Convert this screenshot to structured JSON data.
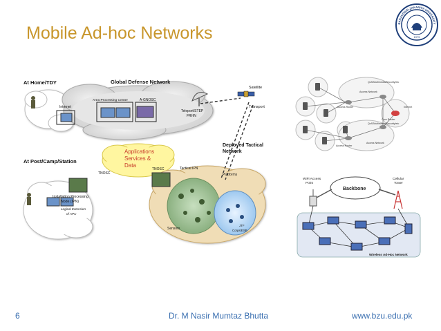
{
  "slide": {
    "title": "Mobile Ad-hoc Networks",
    "page_number": "6",
    "author": "Dr. M Nasir Mumtaz Bhutta",
    "website": "www.bzu.edu.pk"
  },
  "logo": {
    "icon": "university-seal-icon",
    "text": "BAHAUDDIN ZAKARIYA UNIVERSITY",
    "year": "1975"
  },
  "left_diagram": {
    "at_home": "At Home/TDY",
    "global_defense": "Global Defense Network",
    "internet": "Internet",
    "area_processing": "Area Processing Center",
    "a_gnosc": "A-GNOSC",
    "teleport": "Teleport/STEP",
    "frhn": "FRHN",
    "satellite": "Satellite",
    "satellite2": "Transport",
    "applications": "Applications",
    "services": "Services &",
    "data": "Data",
    "deployed1": "Deployed Tactical",
    "deployed2": "Network",
    "at_post": "At Post/Camp/Station",
    "tnosc1": "TNOSC",
    "tnosc2": "TNOSC",
    "tactical_ipn": "Tactical IPN",
    "platforms": "Platforms",
    "installation1": "Installation Processing",
    "installation2": "Node (IPN)",
    "logical1": "Logical Extension",
    "logical2": "of APC",
    "sensors": "Sensors",
    "jtf1": "JTF",
    "jtf2": "Corps/ESB"
  },
  "right_top_diagram": {
    "qos1": "QoS/Multimedia/Security/etc",
    "access_network1": "Access Network",
    "access_router1": "Access Router",
    "internet": "Internet",
    "core_router": "Core Router",
    "qos2": "QoS/Multimedia/Security/etc",
    "access_network2": "Access Network",
    "access_router2": "Access Router"
  },
  "right_bottom_diagram": {
    "wifi1": "WiFi Access",
    "wifi2": "Point",
    "backbone": "Backbone",
    "cellular1": "Cellular",
    "cellular2": "Tower",
    "wireless": "Wireless Ad-Hoc Network"
  }
}
